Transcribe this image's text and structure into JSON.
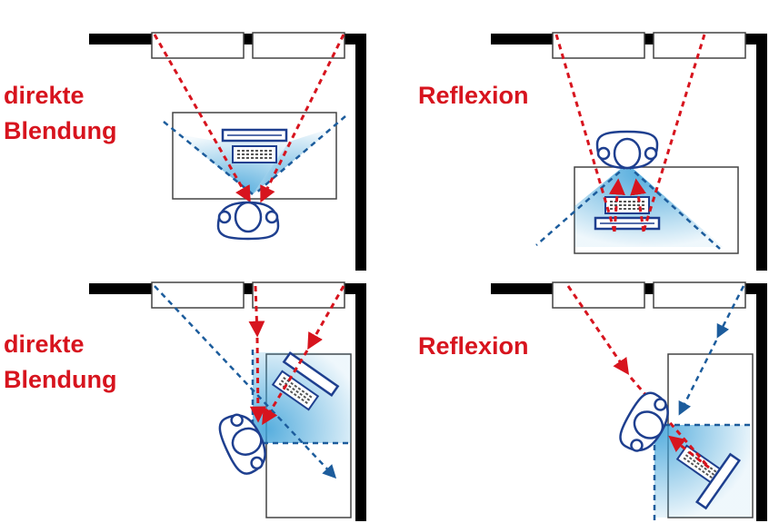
{
  "panels": [
    {
      "label_line1": "direkte",
      "label_line2": "Blendung"
    },
    {
      "label_line1": "Reflexion",
      "label_line2": ""
    },
    {
      "label_line1": "direkte",
      "label_line2": "Blendung"
    },
    {
      "label_line1": "Reflexion",
      "label_line2": ""
    }
  ],
  "colors": {
    "glare": "#d7141e",
    "reflection_line": "#1c5c9c",
    "outline": "#1e3f8f",
    "wall": "#000000",
    "light_zone": "#3aa0d8"
  }
}
